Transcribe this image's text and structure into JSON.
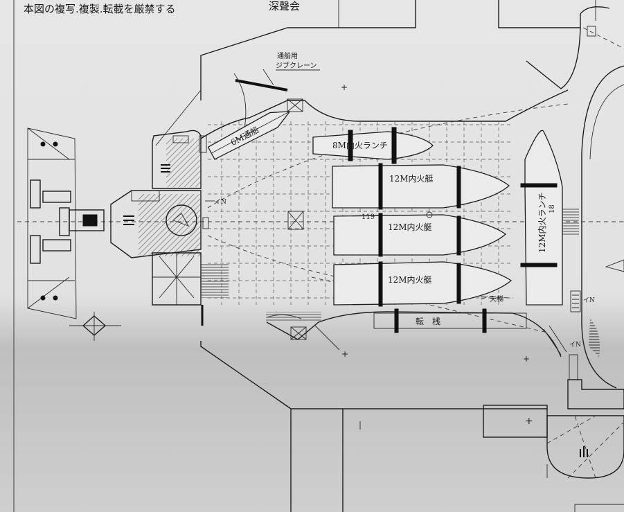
{
  "sheet": {
    "notice_text": "本図の複写.複製.転載を厳禁する",
    "notice_owner": "深聲会"
  },
  "labels": {
    "crane_label_line1": "通船用",
    "crane_label_line2": "ジブクレーン",
    "boat_6m": "6M通船",
    "boat_8m": "8M内火ランチ",
    "boat_12m_a": "12M内火艇",
    "boat_12m_b": "12M内火艇",
    "boat_12m_c": "12M内火艇",
    "boat_12m_launch": "12M内火ランチ",
    "boat_raft": "転　桟",
    "mark_119": "119",
    "mark_18": "18",
    "mark_ladder": "天梯",
    "mark_in_1": "イN",
    "mark_in_2": "イN",
    "mark_in_3": "イN"
  },
  "colors": {
    "paper": "#e4e4e4",
    "ink": "#1c1c1c",
    "hatch": "#2a2a2a"
  }
}
